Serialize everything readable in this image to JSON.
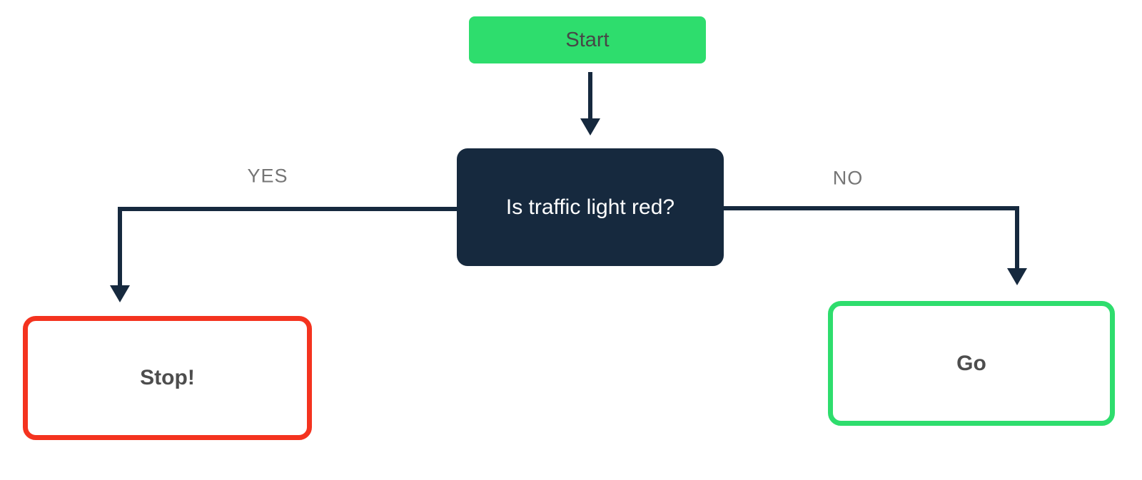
{
  "nodes": {
    "start": {
      "label": "Start"
    },
    "decision": {
      "label": "Is traffic light red?"
    },
    "stop": {
      "label": "Stop!"
    },
    "go": {
      "label": "Go"
    }
  },
  "edges": {
    "yes": {
      "label": "YES"
    },
    "no": {
      "label": "NO"
    }
  },
  "colors": {
    "green": "#2edd6d",
    "navy": "#16293e",
    "red": "#f4331f",
    "label_gray": "#757575",
    "start_text": "#474747",
    "result_text": "#4d4d4d"
  }
}
